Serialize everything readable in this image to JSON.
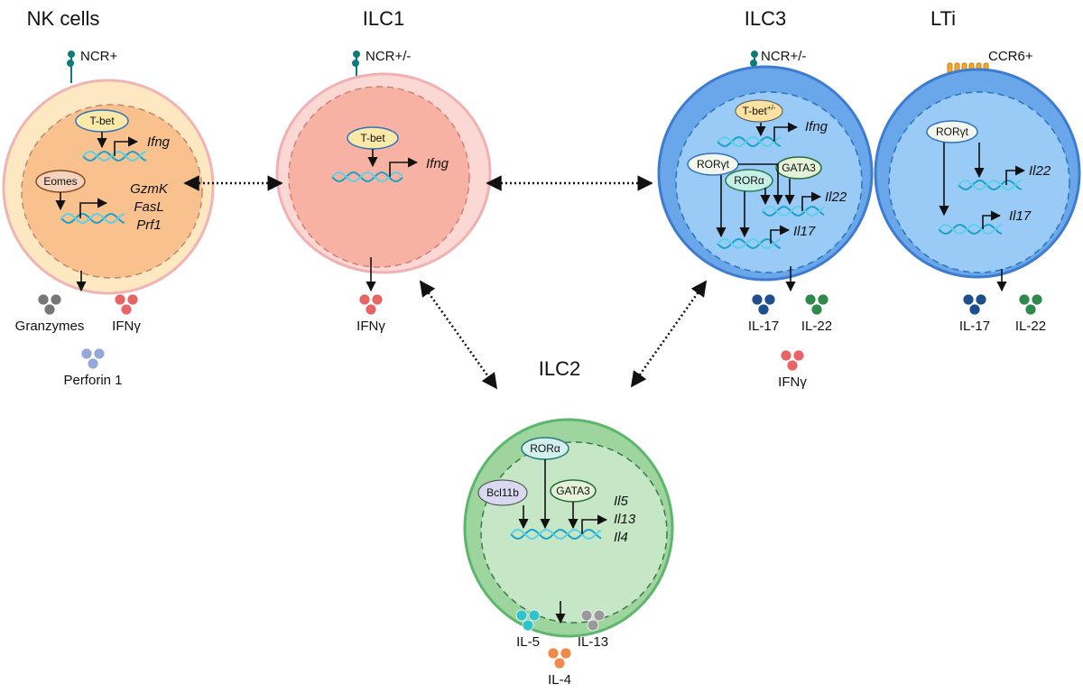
{
  "cells": {
    "nk": {
      "title": "NK cells",
      "receptor": "NCR+",
      "tf1": "T-bet",
      "gene1": "Ifng",
      "tf2": "Eomes",
      "genes2": [
        "GzmK",
        "FasL",
        "Prf1"
      ],
      "products": [
        {
          "label": "Granzymes",
          "color": "#777777"
        },
        {
          "label": "IFNγ",
          "color": "#e86565"
        },
        {
          "label": "Perforin 1",
          "color": "#94a9da"
        }
      ]
    },
    "ilc1": {
      "title": "ILC1",
      "receptor": "NCR+/-",
      "tf1": "T-bet",
      "gene1": "Ifng",
      "products": [
        {
          "label": "IFNγ",
          "color": "#e86565"
        }
      ]
    },
    "ilc3": {
      "title": "ILC3",
      "receptor": "NCR+/-",
      "tf1": "T-bet",
      "tf1_sup": "+/-",
      "gene1": "Ifng",
      "tf2": "RORγt",
      "tf3": "RORα",
      "tf4": "GATA3",
      "gene2": "Il22",
      "gene3": "Il17",
      "products": [
        {
          "label": "IL-17",
          "color": "#1f4e8c"
        },
        {
          "label": "IL-22",
          "color": "#2e8a4a"
        },
        {
          "label": "IFNγ",
          "color": "#e86565"
        }
      ]
    },
    "lti": {
      "title": "LTi",
      "receptor": "CCR6+",
      "tf1": "RORγt",
      "gene1": "Il22",
      "gene2": "Il17",
      "products": [
        {
          "label": "IL-17",
          "color": "#1f4e8c"
        },
        {
          "label": "IL-22",
          "color": "#2e8a4a"
        }
      ]
    },
    "ilc2": {
      "title": "ILC2",
      "tf1": "RORα",
      "tf2": "Bcl11b",
      "tf3": "GATA3",
      "genes": [
        "Il5",
        "Il13",
        "Il4"
      ],
      "products": [
        {
          "label": "IL-5",
          "color": "#2fc4c9"
        },
        {
          "label": "IL-13",
          "color": "#9a9a9a"
        },
        {
          "label": "IL-4",
          "color": "#f08a4a"
        }
      ]
    }
  }
}
